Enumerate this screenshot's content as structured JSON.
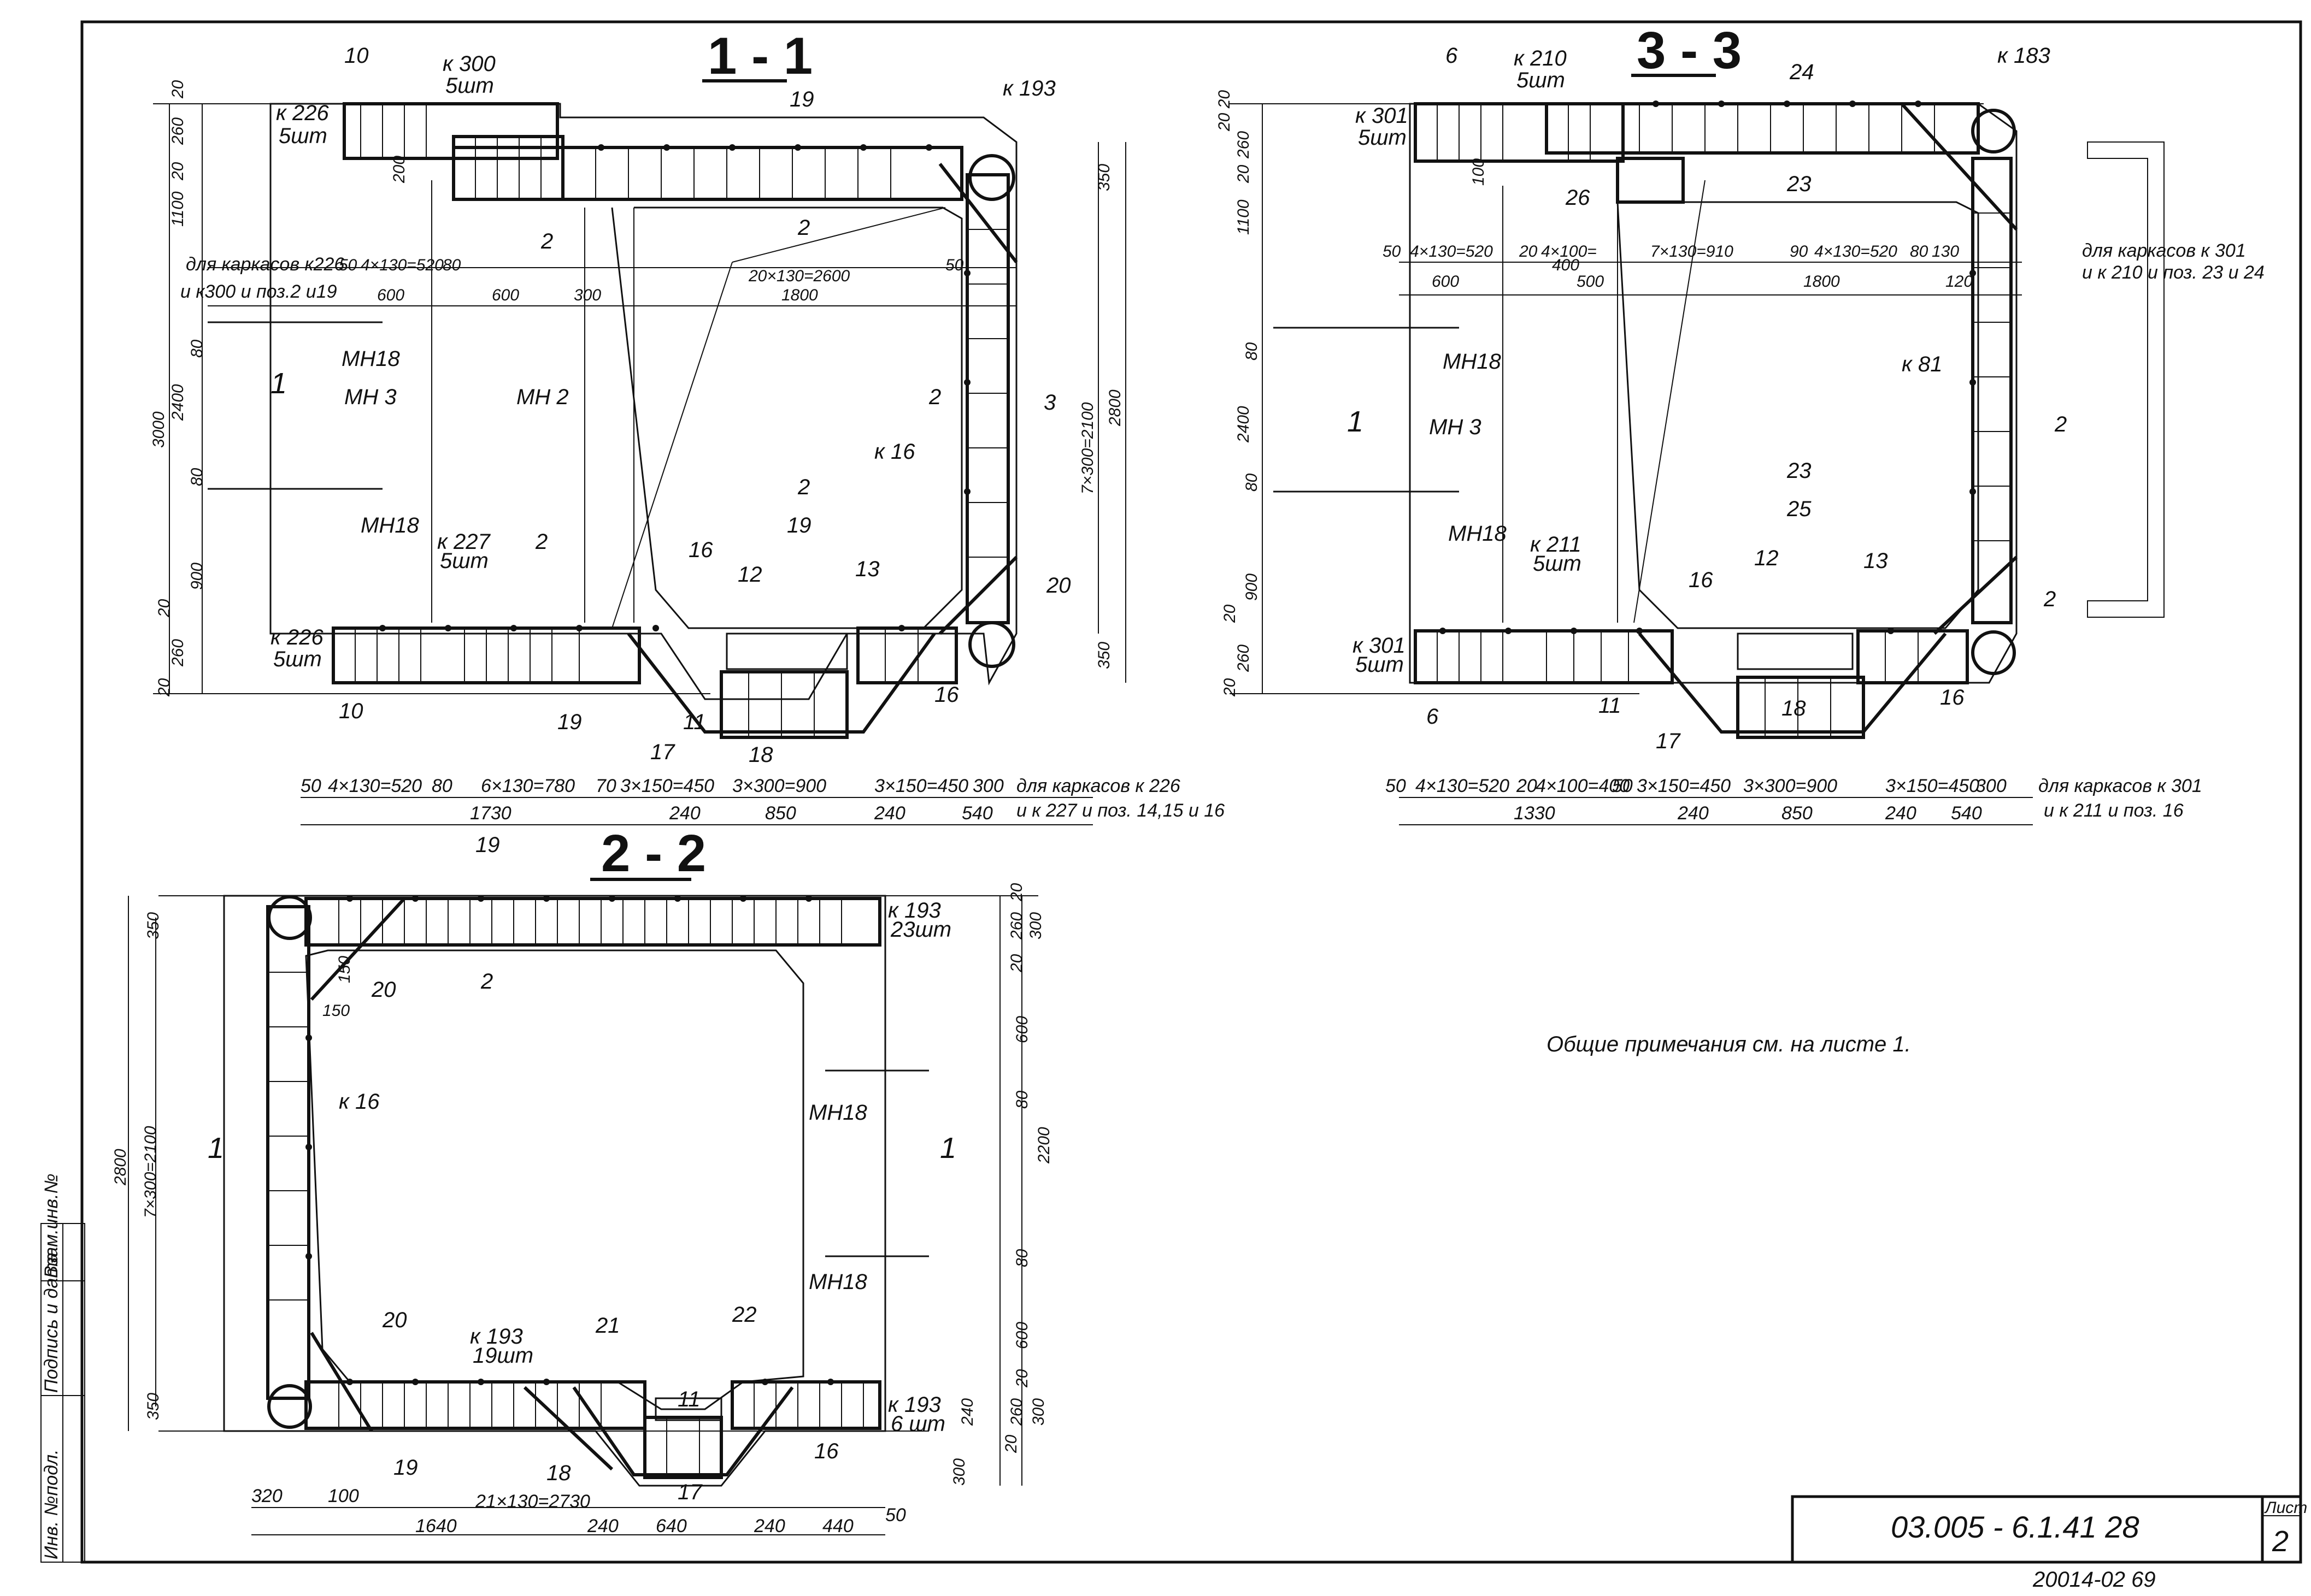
{
  "sections": {
    "s11": {
      "title": "1 - 1"
    },
    "s22": {
      "title": "2 - 2"
    },
    "s33": {
      "title": "3 - 3"
    }
  },
  "s11": {
    "tags": {
      "k300": "к 300",
      "k300n": "5шт",
      "k226t": "к 226",
      "k226tn": "5шт",
      "k193": "к 193",
      "k227": "к 227",
      "k227n": "5шт",
      "k226b": "к 226",
      "k226bn": "5шт",
      "k16": "к 16",
      "mh18a": "МН18",
      "mh18b": "МН18",
      "mh3": "МН 3",
      "mh2": "МН 2",
      "p10a": "10",
      "p19a": "19",
      "p2a": "2",
      "p2b": "2",
      "p2c": "2",
      "p2d": "2",
      "p3": "3",
      "p2e": "2",
      "p19b": "19",
      "p16a": "16",
      "p12": "12",
      "p13": "13",
      "p20": "20",
      "p10b": "10",
      "p19c": "19",
      "p11": "11",
      "p17": "17",
      "p18": "18",
      "p16b": "16",
      "p1": "1"
    },
    "dims": {
      "d20a": "20",
      "d260": "260",
      "d20b": "20",
      "d1100": "1100",
      "d2400": "2400",
      "d3000": "3000",
      "d80a": "80",
      "d80b": "80",
      "d900": "900",
      "d20c": "20",
      "d260b": "260",
      "d20d": "20",
      "d200": "200",
      "d350a": "350",
      "d350b": "350",
      "d7x300": "7×300=2100",
      "d2800": "2800",
      "r50": "50",
      "r4x130": "4×130=520",
      "r80": "80",
      "r20x130": "20×130=2600",
      "r600a": "600",
      "r600b": "600",
      "r300": "300",
      "r1800": "1800",
      "r50b": "50",
      "b50": "50",
      "b4x130": "4×130=520",
      "b80": "80",
      "b6x130": "6×130=780",
      "b70": "70",
      "b3x150a": "3×150=450",
      "b3x300": "3×300=900",
      "b3x150b": "3×150=450",
      "b300": "300",
      "b1730": "1730",
      "b240a": "240",
      "b850": "850",
      "b240b": "240",
      "b540": "540"
    },
    "notes": {
      "forframes": "для каркасов к226",
      "forframes2": "и к300 и поз.2 и19",
      "forbottom": "для каркасов к 226",
      "forbottom2": "и к 227 и поз. 14,15 и 16"
    }
  },
  "s33": {
    "tags": {
      "p6a": "6",
      "k210": "к 210",
      "k210n": "5шт",
      "p24": "24",
      "k183": "к 183",
      "k301t": "к 301",
      "k301tn": "5шт",
      "p26": "26",
      "p23a": "23",
      "k81": "к 81",
      "mh18a": "МН18",
      "mh3": "МН 3",
      "mh18b": "МН18",
      "p23b": "23",
      "p25": "25",
      "k211": "к 211",
      "k211n": "5шт",
      "p16a": "16",
      "p12": "12",
      "p13": "13",
      "k301b": "к 301",
      "k301bn": "5шт",
      "p6b": "6",
      "p11": "11",
      "p17": "17",
      "p18": "18",
      "p16b": "16",
      "p2a": "2",
      "p2b": "2",
      "p1": "1"
    },
    "dims": {
      "d2020": "20 20",
      "d260": "260",
      "d20": "20",
      "d1100": "1100",
      "d80a": "80",
      "d2400": "2400",
      "d80b": "80",
      "d900": "900",
      "d20b": "20",
      "d260b": "260",
      "d20c": "20",
      "d100": "100",
      "r50": "50",
      "r4x130a": "4×130=520",
      "r20": "20",
      "r4x100": "4×100=",
      "r400": "400",
      "r7x130": "7×130=910",
      "r90": "90",
      "r4x130b": "4×130=520",
      "r80": "80",
      "r130": "130",
      "r600": "600",
      "r500": "500",
      "r1800": "1800",
      "r120": "120",
      "b50": "50",
      "b4x130": "4×130=520",
      "b20": "20",
      "b4x100": "4×100=400",
      "b50b": "50",
      "b3x150a": "3×150=450",
      "b3x300": "3×300=900",
      "b3x150b": "3×150=450",
      "b300": "300",
      "b1330": "1330",
      "b240a": "240",
      "b850": "850",
      "b240b": "240",
      "b540": "540"
    },
    "notes": {
      "forframes": "для каркасов к 301",
      "forframes2": "и к 210 и поз. 23 и 24",
      "forbottom": "для каркасов к 301",
      "forbottom2": "и к 211 и поз. 16"
    }
  },
  "s22": {
    "tags": {
      "p19a": "19",
      "k193t": "к 193",
      "k193tn": "23шт",
      "p2": "2",
      "p20a": "20",
      "k16": "к 16",
      "mh18a": "МН18",
      "mh18b": "МН18",
      "p1a": "1",
      "p1b": "1",
      "p20b": "20",
      "k193b": "к 193",
      "k193bn": "19шт",
      "p21": "21",
      "p22": "22",
      "p11": "11",
      "k193r": "к 193",
      "k193rn": "6 шт",
      "p19b": "19",
      "p18": "18",
      "p16": "16",
      "p17": "17"
    },
    "dims": {
      "d350a": "350",
      "d2800": "2800",
      "d7x300": "7×300=2100",
      "d350b": "350",
      "d150a": "150",
      "d150b": "150",
      "r20a": "20",
      "r260a": "260",
      "r300a": "300",
      "r20b": "20",
      "r600a": "600",
      "r80a": "80",
      "r2200": "2200",
      "r80b": "80",
      "r600b": "600",
      "r20c": "20",
      "r240": "240",
      "r260b": "260",
      "r20d": "20",
      "r300b": "300",
      "r300c": "300",
      "b320": "320",
      "b100": "100",
      "b21x130": "21×130=2730",
      "b50": "50",
      "b1640": "1640",
      "b240a": "240",
      "b640": "640",
      "b240b": "240",
      "b440": "440"
    }
  },
  "note_general": "Общие    примечания     см.    на    листе     1.",
  "side_stamp": {
    "c1": "Инв. №подл.",
    "c2": "Подпись и дата",
    "c3": "Взам.инв.№"
  },
  "title_block": {
    "doc_code": "03.005 - 6.1.41  28",
    "sheet_label": "Лист",
    "sheet_no": "2"
  },
  "archive_no": "20014-02   69"
}
